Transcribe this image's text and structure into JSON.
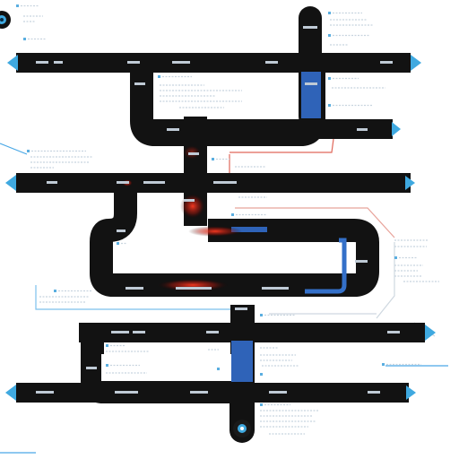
{
  "colors": {
    "track": "#121212",
    "endpoint": "#3fa9e0",
    "connector_blue": "#2f63b8",
    "connector_red": "#d84b3a",
    "glow_red": "#e03222",
    "callout_blue": "#4aa8e6",
    "note_text": "#c8d4df"
  },
  "icons": [
    "arrow-endpoint-icon",
    "node-circle-icon",
    "bullet-icon"
  ],
  "structure": {
    "horizontal_tracks": 6,
    "loops": 3,
    "vertical_spine": 1,
    "illegible_text_blocks": true
  }
}
